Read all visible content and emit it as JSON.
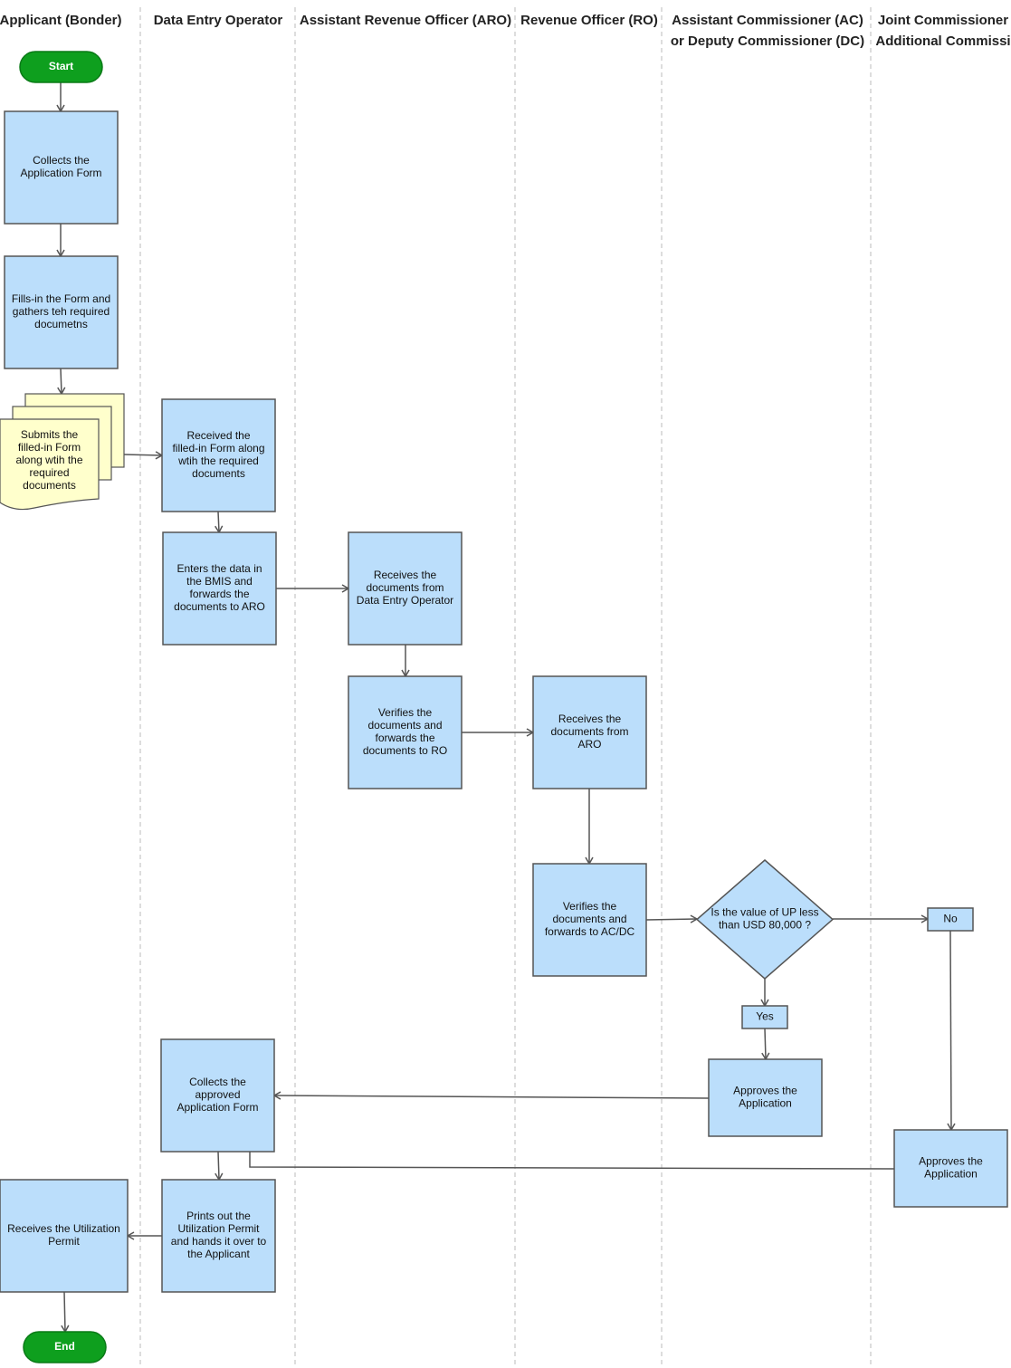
{
  "lanes": [
    {
      "id": "applicant",
      "title": [
        "Applicant (Bonder)"
      ]
    },
    {
      "id": "deo",
      "title": [
        "Data Entry Operator"
      ]
    },
    {
      "id": "aro",
      "title": [
        "Assistant Revenue Officer (ARO)"
      ]
    },
    {
      "id": "ro",
      "title": [
        "Revenue Officer (RO)"
      ]
    },
    {
      "id": "acdc",
      "title": [
        "Assistant Commissioner (AC)",
        "or Deputy Commissioner (DC)"
      ]
    },
    {
      "id": "jc",
      "title": [
        "Joint Commissioner",
        "Additional Commissi"
      ]
    }
  ],
  "nodes": [
    {
      "id": "start",
      "type": "terminator",
      "lines": [
        "Start"
      ]
    },
    {
      "id": "collect_form",
      "type": "process",
      "lines": [
        "Collects the",
        "Application Form"
      ]
    },
    {
      "id": "fill_form",
      "type": "process",
      "lines": [
        "Fills-in the Form and",
        "gathers teh required",
        "documetns"
      ]
    },
    {
      "id": "submit_form",
      "type": "documents",
      "lines": [
        "Submits the",
        "filled-in Form",
        "along wtih the",
        "required",
        "documents"
      ]
    },
    {
      "id": "receive_form",
      "type": "process",
      "lines": [
        "Received the",
        "filled-in Form along",
        "wtih the required",
        "documents"
      ]
    },
    {
      "id": "enter_data",
      "type": "process",
      "lines": [
        "Enters the data in",
        "the BMIS and",
        "forwards the",
        "documents to ARO"
      ]
    },
    {
      "id": "aro_receive",
      "type": "process",
      "lines": [
        "Receives the",
        "documents from",
        "Data Entry Operator"
      ]
    },
    {
      "id": "aro_verify",
      "type": "process",
      "lines": [
        "Verifies  the",
        "documents and",
        "forwards the",
        "documents to RO"
      ]
    },
    {
      "id": "ro_receive",
      "type": "process",
      "lines": [
        "Receives the",
        "documents from",
        "ARO"
      ]
    },
    {
      "id": "ro_verify",
      "type": "process",
      "lines": [
        "Verifies  the",
        "documents and",
        "forwards to AC/DC"
      ]
    },
    {
      "id": "decision",
      "type": "decision",
      "lines": [
        "Is the value of UP less",
        "than USD 80,000 ?"
      ]
    },
    {
      "id": "no_label",
      "type": "label",
      "lines": [
        "No"
      ]
    },
    {
      "id": "yes_label",
      "type": "label",
      "lines": [
        "Yes"
      ]
    },
    {
      "id": "acdc_approve",
      "type": "process",
      "lines": [
        "Approves the",
        "Application"
      ]
    },
    {
      "id": "jc_approve",
      "type": "process",
      "lines": [
        "Approves the",
        "Application"
      ]
    },
    {
      "id": "collect_approved",
      "type": "process",
      "lines": [
        "Collects the",
        "approved",
        "Application Form"
      ]
    },
    {
      "id": "print_permit",
      "type": "process",
      "lines": [
        "Prints out the",
        "Utilization Permit",
        "and hands it over to",
        "the Applicant"
      ]
    },
    {
      "id": "receive_permit",
      "type": "process",
      "lines": [
        "Receives the Utilization",
        "Permit"
      ]
    },
    {
      "id": "end",
      "type": "terminator",
      "lines": [
        "End"
      ]
    }
  ],
  "edges": [
    {
      "from": "start",
      "to": "collect_form"
    },
    {
      "from": "collect_form",
      "to": "fill_form"
    },
    {
      "from": "fill_form",
      "to": "submit_form"
    },
    {
      "from": "submit_form",
      "to": "receive_form"
    },
    {
      "from": "receive_form",
      "to": "enter_data"
    },
    {
      "from": "enter_data",
      "to": "aro_receive"
    },
    {
      "from": "aro_receive",
      "to": "aro_verify"
    },
    {
      "from": "aro_verify",
      "to": "ro_receive"
    },
    {
      "from": "ro_receive",
      "to": "ro_verify"
    },
    {
      "from": "ro_verify",
      "to": "decision"
    },
    {
      "from": "decision",
      "to": "no_label"
    },
    {
      "from": "no_label",
      "to": "jc_approve"
    },
    {
      "from": "decision",
      "to": "yes_label"
    },
    {
      "from": "yes_label",
      "to": "acdc_approve"
    },
    {
      "from": "acdc_approve",
      "to": "collect_approved"
    },
    {
      "from": "jc_approve",
      "to": "collect_approved"
    },
    {
      "from": "collect_approved",
      "to": "print_permit"
    },
    {
      "from": "print_permit",
      "to": "receive_permit"
    },
    {
      "from": "receive_permit",
      "to": "end"
    }
  ],
  "colors": {
    "process_fill": "#bbdefb",
    "document_fill": "#ffffcc",
    "terminator_fill": "#0e9f1e",
    "stroke": "#555555",
    "lane_divider": "#bbbbbb"
  }
}
